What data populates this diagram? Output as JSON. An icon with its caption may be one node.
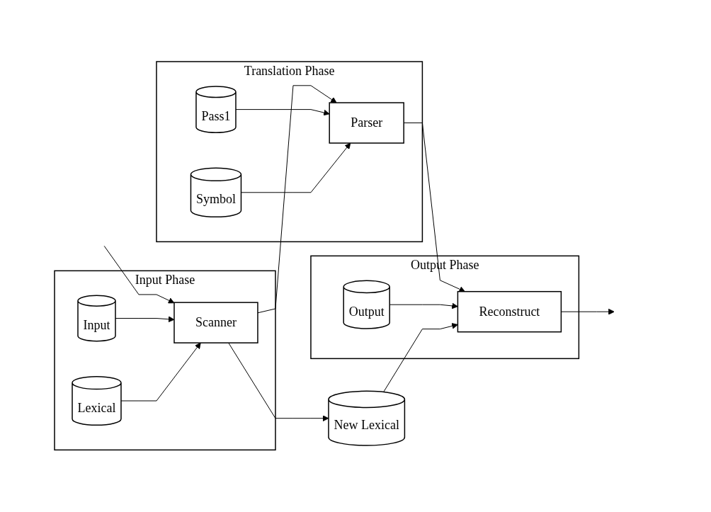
{
  "diagram": {
    "nodes": [
      {
        "text": [
          "Input Phase"
        ]
      },
      {
        "text": [
          "Input"
        ],
        "in": 0
      },
      {
        "text": [
          "Lexical"
        ],
        "in": 0
      },
      {
        "text": [
          "Scanner"
        ],
        "in": 0
      },
      {
        "text": [
          "Translation Phase"
        ]
      },
      {
        "text": [
          "Pass1"
        ],
        "in": 4
      },
      {
        "text": [
          "Symbol"
        ],
        "in": 4
      },
      {
        "text": [
          "Parser"
        ],
        "in": 4
      },
      {
        "text": [
          "Output Phase"
        ]
      },
      {
        "text": [
          "Output"
        ],
        "in": 8
      },
      {
        "text": [
          "Reconstruct"
        ],
        "in": 8
      },
      {
        "text": [
          "New Lexical"
        ]
      }
    ],
    "edges": [
      {
        "from": null,
        "to": 3,
        "arrow": "to"
      },
      {
        "from": 1,
        "to": 3,
        "arrow": "to"
      },
      {
        "from": 2,
        "to": 3,
        "arrow": "to"
      },
      {
        "from": 3,
        "to": 7,
        "arrow": "to"
      },
      {
        "from": 5,
        "to": 7,
        "arrow": "to"
      },
      {
        "from": 6,
        "to": 7,
        "arrow": "to"
      },
      {
        "from": 7,
        "to": 10,
        "arrow": "to"
      },
      {
        "from": 9,
        "to": 10,
        "arrow": "to"
      },
      {
        "from": 10,
        "to": null,
        "arrow": "to"
      },
      {
        "from": 3,
        "to": 11,
        "arrow": "to"
      },
      {
        "from": 11,
        "to": 10,
        "arrow": "to"
      }
    ]
  }
}
